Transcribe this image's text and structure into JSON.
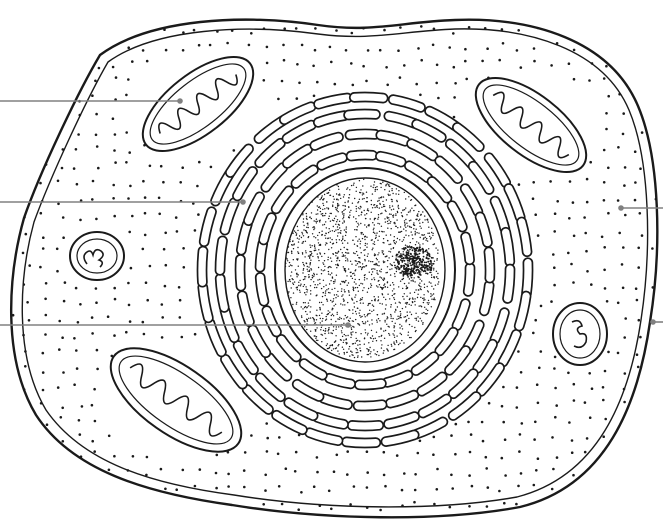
{
  "diagram": {
    "subject": "animal-cell",
    "stroke_color": "#1a1a1a",
    "fill_color": "#ffffff",
    "leader_line_color": "#808080",
    "parts": [
      {
        "id": "cell-membrane",
        "icon": "cell-outline"
      },
      {
        "id": "cytoplasm",
        "icon": "dot-stipple"
      },
      {
        "id": "mitochondrion",
        "icon": "mitochondrion"
      },
      {
        "id": "lysosome",
        "icon": "small-vesicle"
      },
      {
        "id": "endoplasmic-reticulum",
        "icon": "er-cisternae"
      },
      {
        "id": "nucleus",
        "icon": "stippled-circle"
      },
      {
        "id": "nucleolus",
        "icon": "dense-dot-cluster"
      }
    ],
    "label_pointers": [
      {
        "id": "pointer-left-top",
        "label_text": ""
      },
      {
        "id": "pointer-left-middle",
        "label_text": ""
      },
      {
        "id": "pointer-left-bottom",
        "label_text": ""
      },
      {
        "id": "pointer-right-upper",
        "label_text": ""
      },
      {
        "id": "pointer-right-lower",
        "label_text": ""
      }
    ]
  }
}
